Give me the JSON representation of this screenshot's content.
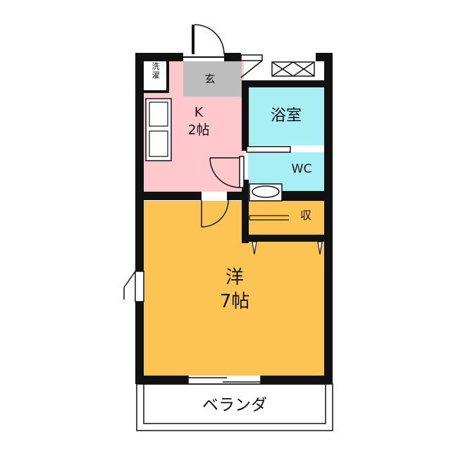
{
  "rooms": {
    "laundry": "洗\n濯",
    "entrance": "玄",
    "kitchen": "K\n2帖",
    "bath": "浴室",
    "wc": "WC",
    "storage": "収",
    "western": "洋\n7帖",
    "balcony": "ベランダ"
  },
  "colors": {
    "kitchen": "#ffc8cd",
    "bath": "#a8eef5",
    "western": "#fcc452",
    "entrance": "#bdbdbd",
    "storage": "#d4d2c8",
    "wall": "#111111"
  }
}
